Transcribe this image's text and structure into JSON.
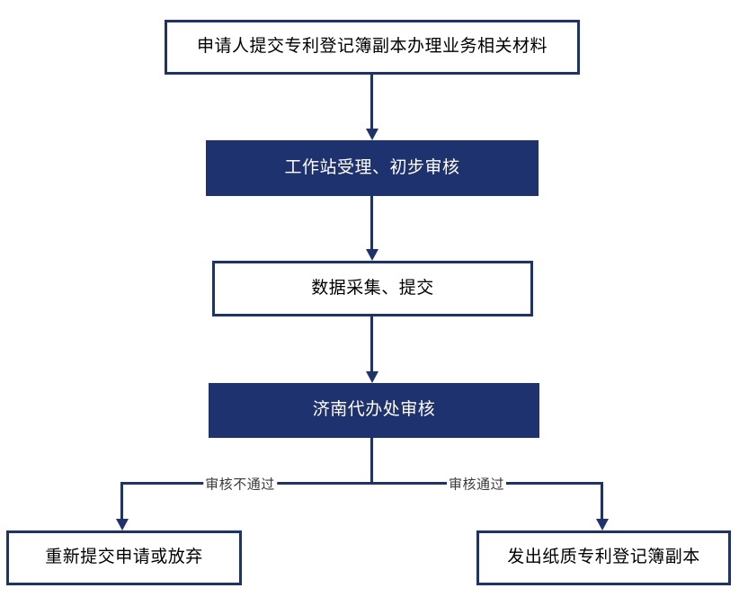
{
  "flowchart": {
    "nodes": {
      "applicant": {
        "label": "申请人提交专利登记簿副本办理业务相关材料",
        "style": "outline"
      },
      "workstation": {
        "label": "工作站受理、初步审核",
        "style": "filled"
      },
      "data_collection": {
        "label": "数据采集、提交",
        "style": "outline"
      },
      "jinan_office": {
        "label": "济南代办处审核",
        "style": "filled"
      },
      "resubmit": {
        "label": "重新提交申请或放弃",
        "style": "outline"
      },
      "issue_copy": {
        "label": "发出纸质专利登记簿副本",
        "style": "outline"
      }
    },
    "branch_labels": {
      "fail": "审核不通过",
      "pass": "审核通过"
    },
    "colors": {
      "accent_navy": "#1f3270",
      "branch_label_text": "#3a3a3a",
      "background": "#ffffff"
    }
  }
}
